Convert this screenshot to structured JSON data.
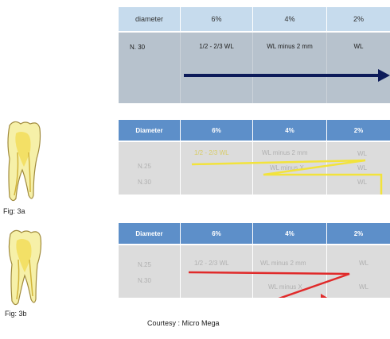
{
  "table1": {
    "headers": [
      "diameter",
      "6%",
      "4%",
      "2%"
    ],
    "row_label": "N. 30",
    "values": [
      "1/2 - 2/3 WL",
      "WL minus 2 mm",
      "WL"
    ]
  },
  "table2": {
    "headers": [
      "Diameter",
      "6%",
      "4%",
      "2%"
    ],
    "rows": [
      "N.25",
      "N.30"
    ],
    "labels": {
      "a": "1/2 - 2/3 WL",
      "b": "WL minus 2 mm",
      "c": "WL minus X",
      "w1": "WL",
      "w2": "WL",
      "w3": "WL"
    },
    "arrow_color": "#f2e33c"
  },
  "table3": {
    "headers": [
      "Diameter",
      "6%",
      "4%",
      "2%"
    ],
    "rows": [
      "N.25",
      "N.30"
    ],
    "labels": {
      "a": "1/2 - 2/3 WL",
      "b": "WL minus 2 mm",
      "c": "WL minus X",
      "w1": "WL",
      "w2": "WL"
    },
    "arrow_color": "#e02a2a"
  },
  "figures": {
    "fig_a": "Fig: 3a",
    "fig_b": "Fig: 3b"
  },
  "courtesy": "Courtesy : Micro Mega",
  "colors": {
    "navy_arrow": "#0d1b5a",
    "tooth_fill": "#f6f0a8",
    "tooth_outline": "#a08a3c"
  }
}
